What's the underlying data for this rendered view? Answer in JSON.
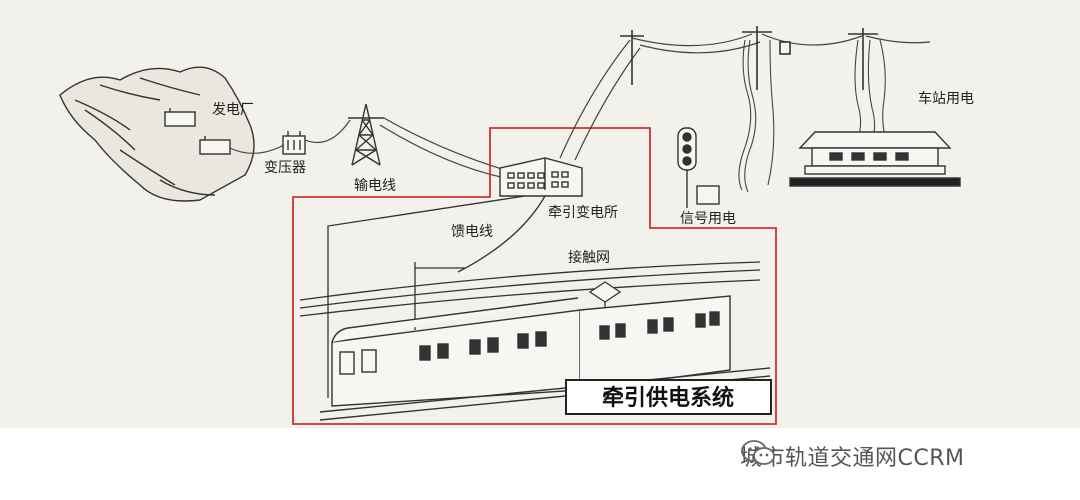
{
  "diagram": {
    "labels": {
      "power_plant": "发电厂",
      "transformer": "变压器",
      "transmission_line": "输电线",
      "traction_substation": "牵引变电所",
      "feeder_line": "馈电线",
      "catenary": "接触网",
      "signal_power": "信号用电",
      "station_power": "车站用电"
    },
    "system_title": "牵引供电系统",
    "highlight_color": "#d0302f"
  },
  "watermark": {
    "icon": "wechat-icon",
    "text": "城市轨道交通网CCRM"
  }
}
